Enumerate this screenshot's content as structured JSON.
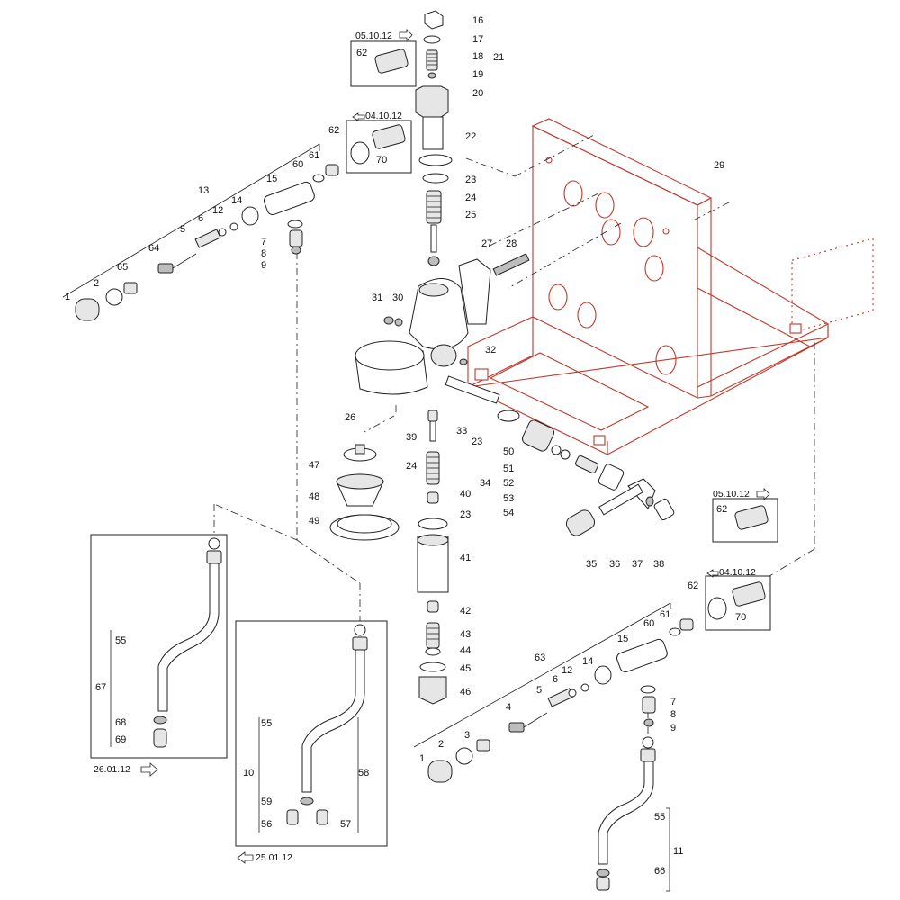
{
  "callouts": {
    "n1a": "1",
    "n2a": "2",
    "n5a": "5",
    "n6a": "6",
    "n7a": "7",
    "n8a": "8",
    "n9a": "9",
    "n12a": "12",
    "n13": "13",
    "n14a": "14",
    "n15a": "15",
    "n16": "16",
    "n17": "17",
    "n18": "18",
    "n19": "19",
    "n20": "20",
    "n21": "21",
    "n22": "22",
    "n23a": "23",
    "n23b": "23",
    "n23c": "23",
    "n24a": "24",
    "n24b": "24",
    "n25": "25",
    "n26": "26",
    "n27": "27",
    "n28": "28",
    "n29": "29",
    "n30": "30",
    "n31": "31",
    "n32": "32",
    "n33": "33",
    "n34": "34",
    "n35": "35",
    "n36": "36",
    "n37": "37",
    "n38": "38",
    "n39": "39",
    "n40": "40",
    "n41": "41",
    "n42": "42",
    "n43": "43",
    "n44": "44",
    "n45": "45",
    "n46": "46",
    "n47": "47",
    "n48": "48",
    "n49": "49",
    "n50": "50",
    "n51": "51",
    "n52": "52",
    "n53": "53",
    "n54": "54",
    "n55a": "55",
    "n55b": "55",
    "n55c": "55",
    "n56": "56",
    "n57": "57",
    "n58": "58",
    "n59": "59",
    "n60a": "60",
    "n60b": "60",
    "n61a": "61",
    "n61b": "61",
    "n62a": "62",
    "n62b": "62",
    "n62c": "62",
    "n62d": "62",
    "n63": "63",
    "n64": "64",
    "n65": "65",
    "n66": "66",
    "n67": "67",
    "n68": "68",
    "n69": "69",
    "n70a": "70",
    "n70b": "70",
    "n10": "10",
    "n11": "11",
    "n1b": "1",
    "n2b": "2",
    "n3b": "3",
    "n4b": "4",
    "n5b": "5",
    "n6b": "6",
    "n7b": "7",
    "n8b": "8",
    "n9b": "9",
    "n12b": "12",
    "n14b": "14",
    "n15b": "15"
  },
  "dates": {
    "top_new": "05.10.12",
    "top_old": "04.10.12",
    "right_new": "05.10.12",
    "right_old": "04.10.12",
    "box_left": "26.01.12",
    "box_mid": "25.01.12"
  },
  "icons": {
    "arrow_right": "arrow-right-icon",
    "arrow_left": "arrow-left-icon"
  },
  "colors": {
    "frame": "#c0392b",
    "line": "#222222"
  }
}
